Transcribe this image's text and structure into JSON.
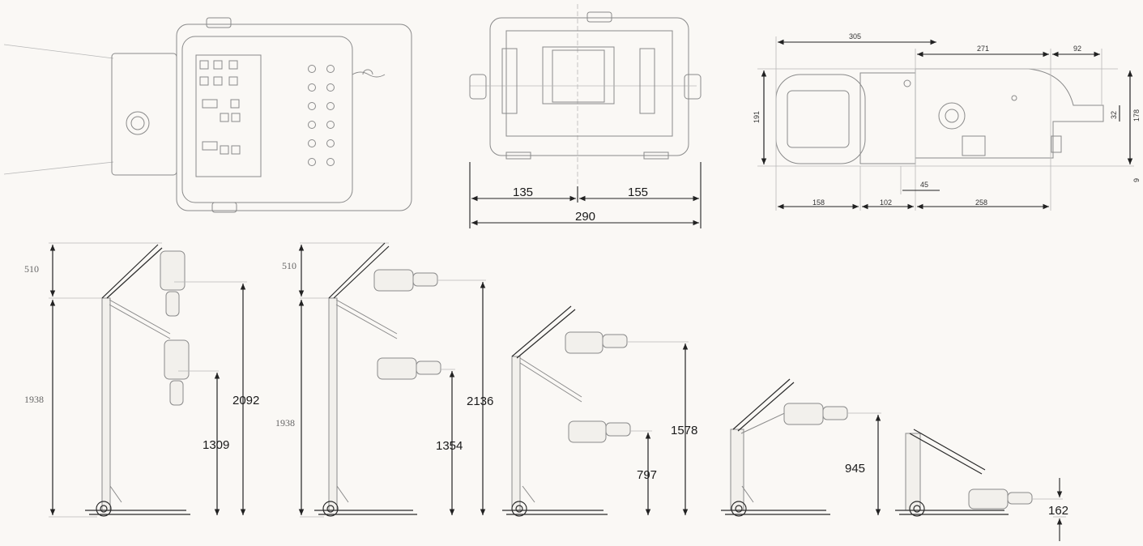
{
  "top_views": {
    "front": {
      "dims": {
        "left": "135",
        "right": "155",
        "total": "290"
      }
    },
    "side": {
      "dims": {
        "top_305": "305",
        "top_271": "271",
        "top_92": "92",
        "left_191": "191",
        "right_32": "32",
        "right_178": "178",
        "right_9": "9",
        "mid_45": "45",
        "bot_158": "158",
        "bot_102": "102",
        "bot_258": "258"
      }
    }
  },
  "stands": [
    {
      "upper": "510",
      "lower": "1938",
      "max": "2092",
      "min": "1309"
    },
    {
      "upper": "510",
      "lower": "1938",
      "max": "2136",
      "min": "1354"
    },
    {
      "max": "1578",
      "min": "797"
    },
    {
      "h": "945"
    },
    {
      "h": "162"
    }
  ]
}
